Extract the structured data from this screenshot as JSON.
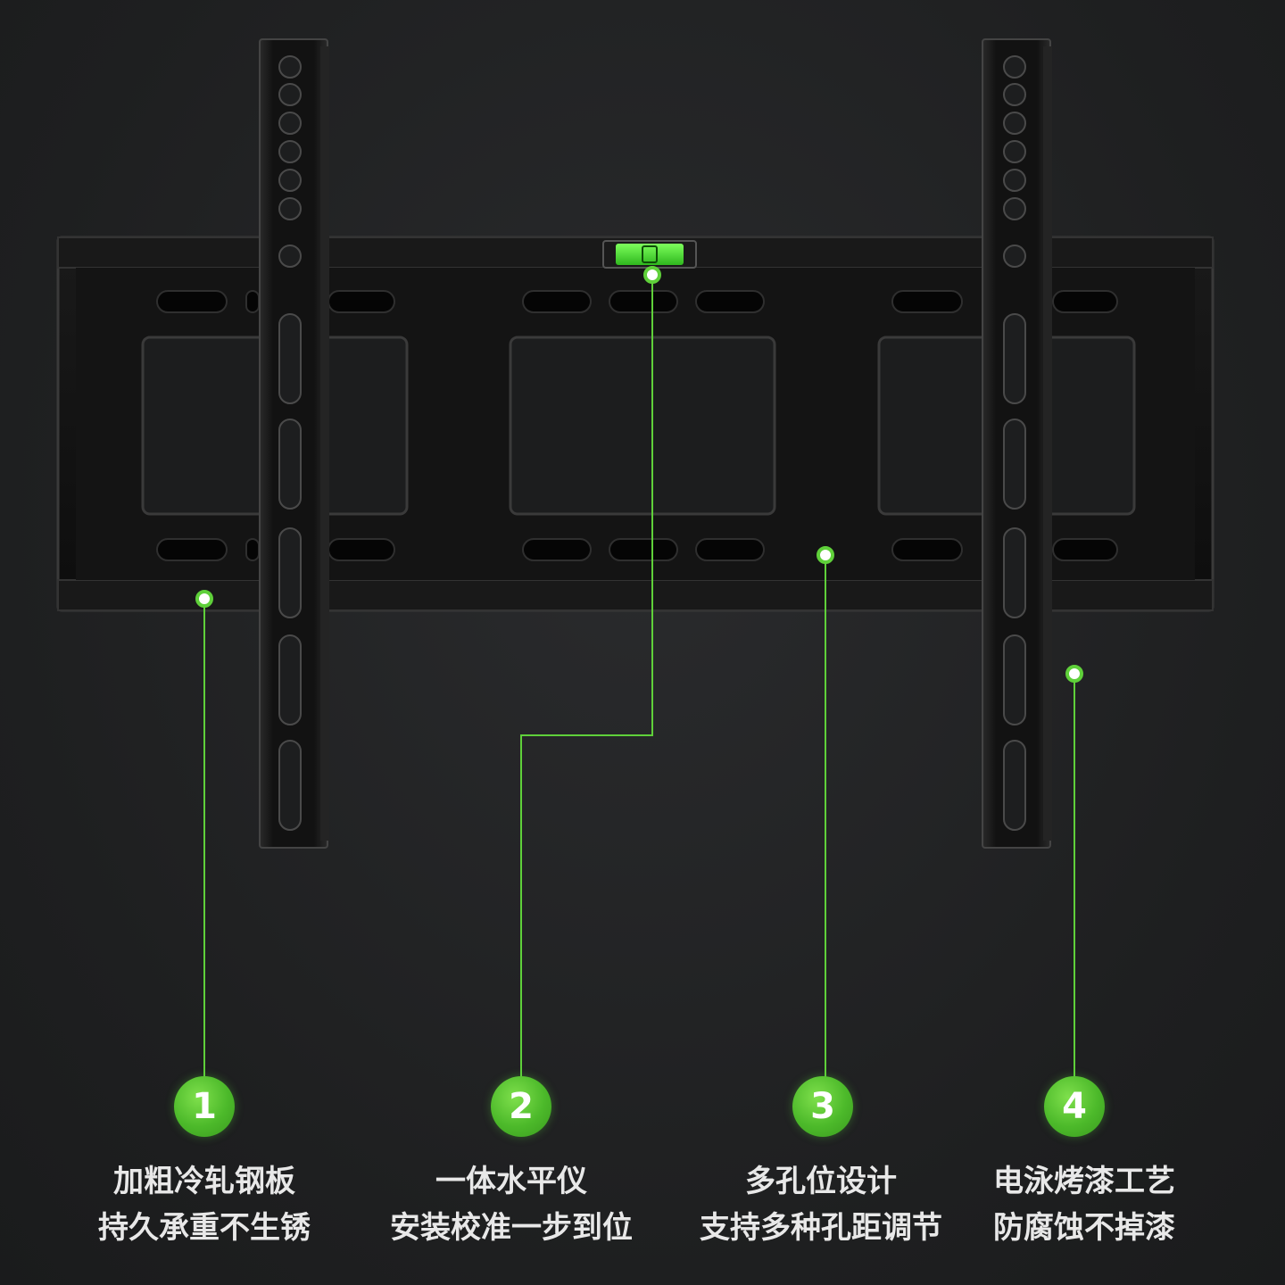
{
  "colors": {
    "background": "#1f2021",
    "bracket": "#111111",
    "bracket_edge": "#3a3a3a",
    "accent_green": "#4cb92a",
    "leader_line": "#5fd03a",
    "text": "#e8e8e8"
  },
  "features": [
    {
      "number": "1",
      "title": "加粗冷轧钢板",
      "subtitle": "持久承重不生锈"
    },
    {
      "number": "2",
      "title": "一体水平仪",
      "subtitle": "安装校准一步到位"
    },
    {
      "number": "3",
      "title": "多孔位设计",
      "subtitle": "支持多种孔距调节"
    },
    {
      "number": "4",
      "title": "电泳烤漆工艺",
      "subtitle": "防腐蚀不掉漆"
    }
  ]
}
